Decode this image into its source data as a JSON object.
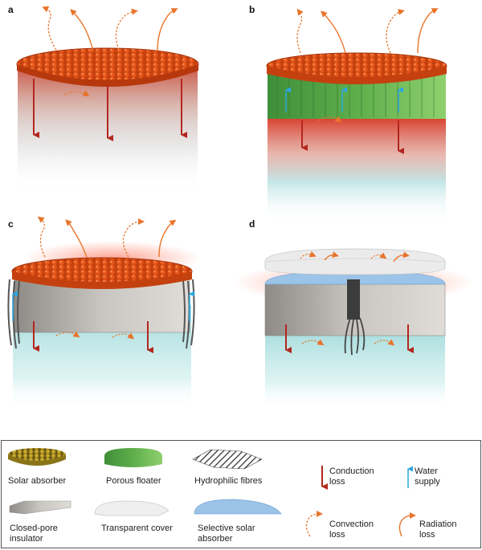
{
  "panels": [
    {
      "label": "a"
    },
    {
      "label": "b"
    },
    {
      "label": "c"
    },
    {
      "label": "d"
    }
  ],
  "legend": {
    "items": [
      {
        "label": "Solar absorber"
      },
      {
        "label": "Porous floater"
      },
      {
        "label": "Hydrophilic fibres"
      },
      {
        "label_line1": "Conduction",
        "label_line2": "loss"
      },
      {
        "label_line1": "Water",
        "label_line2": "supply"
      },
      {
        "label_line1": "Closed-pore",
        "label_line2": "insulator"
      },
      {
        "label": "Transparent cover"
      },
      {
        "label_line1": "Selective solar",
        "label_line2": "absorber"
      },
      {
        "label_line1": "Convection",
        "label_line2": "loss"
      },
      {
        "label_line1": "Radiation",
        "label_line2": "loss"
      }
    ]
  },
  "colors": {
    "absorber": "#e2531a",
    "floater": "#6fb84e",
    "insulator": "#cfccc8",
    "cover": "#eeeeee",
    "selective": "#9cc3e8",
    "conduction": "#b3261e",
    "water": "#2aa7df",
    "loss_arrow": "#e8742a",
    "water_body": "#bfe6e6"
  }
}
